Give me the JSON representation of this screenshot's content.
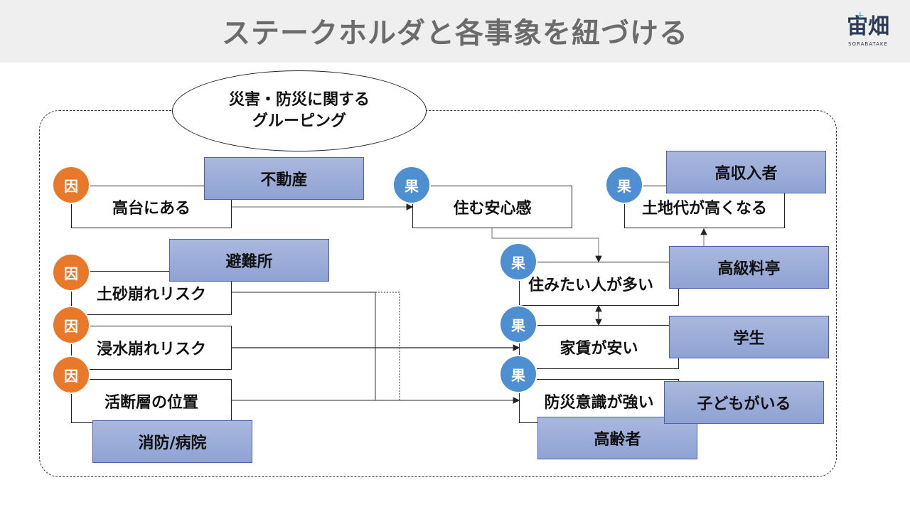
{
  "header": {
    "title": "ステークホルダと各事象を紐づける"
  },
  "logo": {
    "glyph": "宙畑",
    "subtitle": "SORABATAKE",
    "plus": "+"
  },
  "group": {
    "label": "災害・防災に関する\nグルーピング"
  },
  "badges": {
    "cause": "因",
    "effect": "果"
  },
  "nodes": {
    "takadai": "高台にある",
    "dosha": "土砂崩れリスク",
    "shinsui": "浸水崩れリスク",
    "dansou": "活断層の位置",
    "anshin": "住む安心感",
    "sumitai": "住みたい人が多い",
    "yachin": "家賃が安い",
    "bosai_ishiki": "防災意識が強い",
    "tochidai": "土地代が高くなる"
  },
  "stakeholders": {
    "fudousan": "不動産",
    "hinanjo": "避難所",
    "shobo": "消防/病院",
    "kou_shunyu": "高収入者",
    "ryoutei": "高級料亭",
    "gakusei": "学生",
    "kodomo": "子どもがいる",
    "koureisha": "高齢者"
  },
  "colors": {
    "cause": "#e8782a",
    "effect": "#4d8fd1",
    "stakeholder": "#8ea2d4",
    "title": "#6b6b6b"
  }
}
